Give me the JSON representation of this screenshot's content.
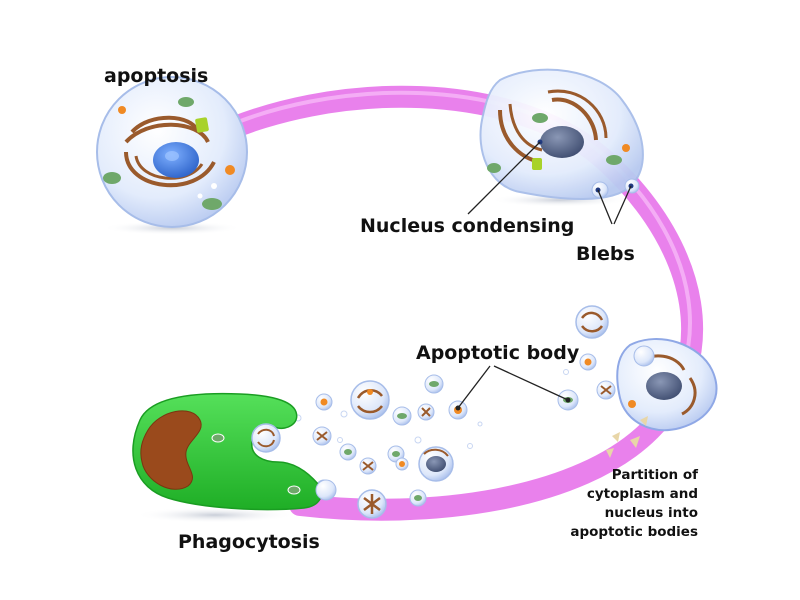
{
  "labels": {
    "apoptosis": "apoptosis",
    "nucleus_condensing": "Nucleus condensing",
    "blebs": "Blebs",
    "apoptotic_body": "Apoptotic body",
    "partition_lines": [
      "Partition of",
      "cytoplasm and",
      "nucleus into",
      "apoptotic bodies"
    ],
    "phagocytosis": "Phagocytosis"
  },
  "colors": {
    "arc": "#e776ea",
    "cell_fill": "#e6eefc",
    "cell_edge": "#a7bde9",
    "nucleus": "#3f7ee0",
    "nucleus_dark": "#5a6c93",
    "organelle_brown": "#9a5a2c",
    "phagocyte_green": "#2ec935",
    "phagocyte_nucleus": "#9a4a1c",
    "orange_vesicle": "#f08a24",
    "mito_green": "#6fa86a",
    "leader_line": "#222222"
  }
}
